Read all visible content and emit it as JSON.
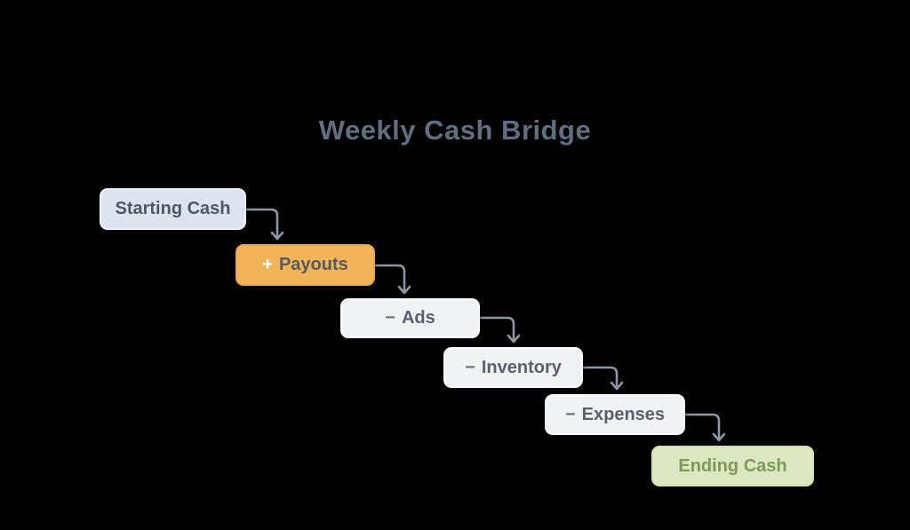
{
  "title": "Weekly Cash Bridge",
  "diagram": {
    "background_color": "#000000",
    "title_color": "#5f6e80",
    "arrow_color": "#8d97a3",
    "nodes": [
      {
        "id": "starting-cash",
        "prefix": "",
        "label": "Starting Cash",
        "variant": "blue",
        "fill": "#dde4ef",
        "text_color": "#4d5866"
      },
      {
        "id": "payouts",
        "prefix": "+",
        "label": "Payouts",
        "variant": "orange",
        "fill": "#f3b459",
        "text_color": "#545b64"
      },
      {
        "id": "ads",
        "prefix": "−",
        "label": "Ads",
        "variant": "gray",
        "fill": "#f1f2f4",
        "text_color": "#57606e"
      },
      {
        "id": "inventory",
        "prefix": "−",
        "label": "Inventory",
        "variant": "gray",
        "fill": "#f1f2f4",
        "text_color": "#57606e"
      },
      {
        "id": "expenses",
        "prefix": "−",
        "label": "Expenses",
        "variant": "gray",
        "fill": "#f1f2f4",
        "text_color": "#57606e"
      },
      {
        "id": "ending-cash",
        "prefix": "",
        "label": "Ending Cash",
        "variant": "green",
        "fill": "#dde8c2",
        "text_color": "#7d9b56"
      }
    ],
    "connector_count": 5
  }
}
